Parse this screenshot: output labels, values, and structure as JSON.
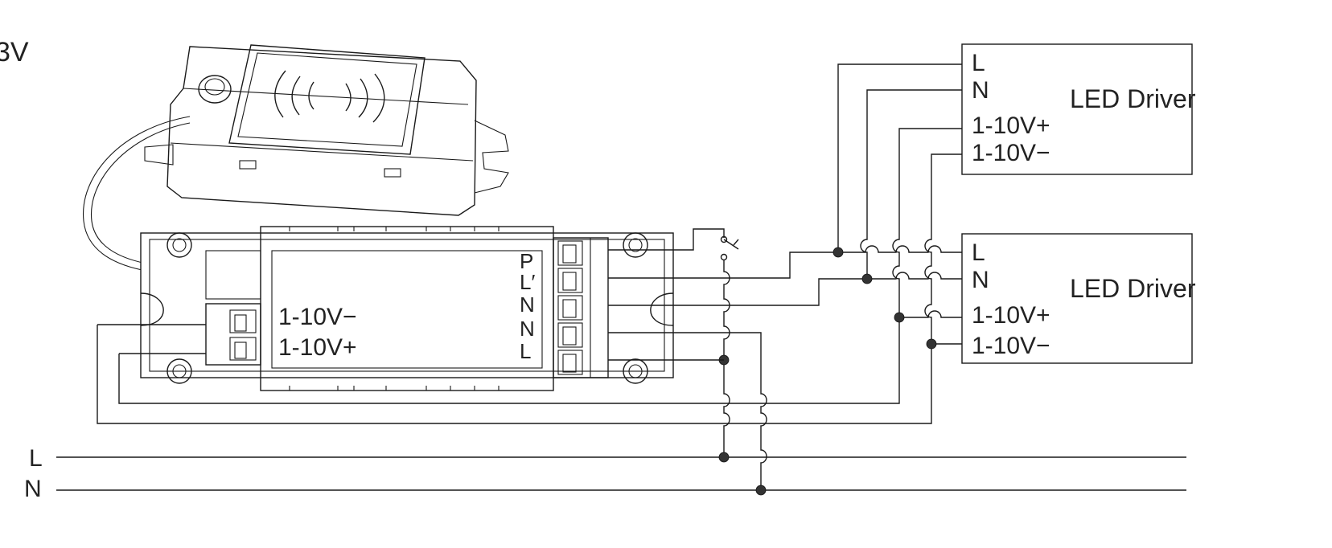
{
  "corner_text": "3V",
  "mains": {
    "line": "L",
    "neutral": "N"
  },
  "drivers": [
    {
      "title": "LED Driver",
      "terminals": [
        "L",
        "N",
        "1-10V+",
        "1-10V−"
      ]
    },
    {
      "title": "LED Driver",
      "terminals": [
        "L",
        "N",
        "1-10V+",
        "1-10V−"
      ]
    }
  ],
  "controller": {
    "dim_terminals": [
      "1-10V−",
      "1-10V+"
    ],
    "power_terminals": [
      "P",
      "L′",
      "N",
      "N",
      "L"
    ]
  },
  "colors": {
    "line": "#1a1a1a",
    "background": "#ffffff",
    "junction": "#333333"
  }
}
